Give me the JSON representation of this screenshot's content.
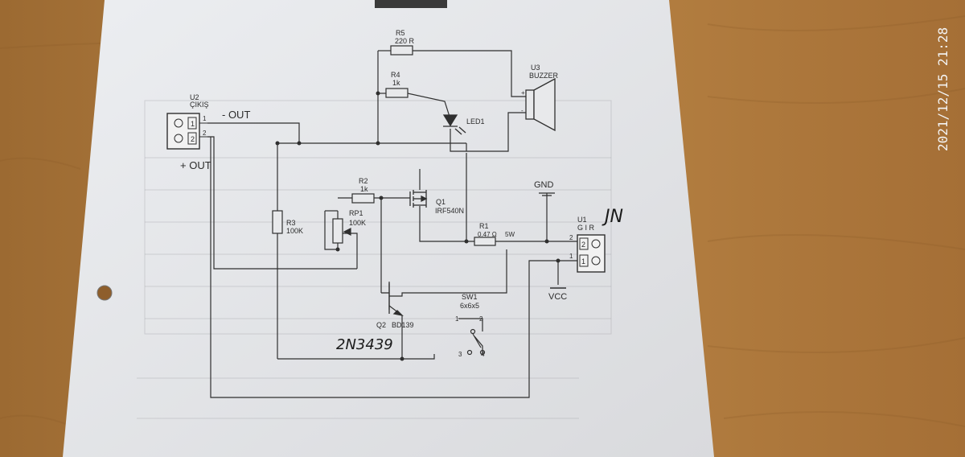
{
  "photo": {
    "timestamp": "2021/12/15 21:28",
    "colors": {
      "table": "#b07a3e",
      "paper": "#e7e8ea",
      "ink": "#2b2b2b"
    }
  },
  "schematic": {
    "connector_out": {
      "ref": "U2",
      "name": "ÇIKIŞ",
      "pin1": "1",
      "pin2": "2"
    },
    "connector_in": {
      "ref": "U1",
      "name": "G I R",
      "pin1": "1",
      "pin2": "2"
    },
    "minus_out": "- OUT",
    "plus_out": "+ OUT",
    "r5": {
      "ref": "R5",
      "value": "220 R"
    },
    "r4": {
      "ref": "R4",
      "value": "1k"
    },
    "buzzer": {
      "ref": "U3",
      "value": "BUZZER"
    },
    "led": {
      "ref": "LED1"
    },
    "r2": {
      "ref": "R2",
      "value": "1k"
    },
    "rp1": {
      "ref": "RP1",
      "value": "100K"
    },
    "r3": {
      "ref": "R3",
      "value": "100K"
    },
    "q1": {
      "ref": "Q1",
      "value": "IRF540N"
    },
    "q2": {
      "ref": "Q2",
      "value": "BD139"
    },
    "r1": {
      "ref": "R1",
      "value": "0.47 Ω",
      "extra": "5W"
    },
    "gnd": "GND",
    "vcc": "VCC",
    "sw1": {
      "ref": "SW1",
      "value": "6x6x5",
      "pins": [
        "1",
        "2",
        "3",
        "4"
      ]
    },
    "handwritten_in": "JN",
    "handwritten_part": "2N3439"
  }
}
